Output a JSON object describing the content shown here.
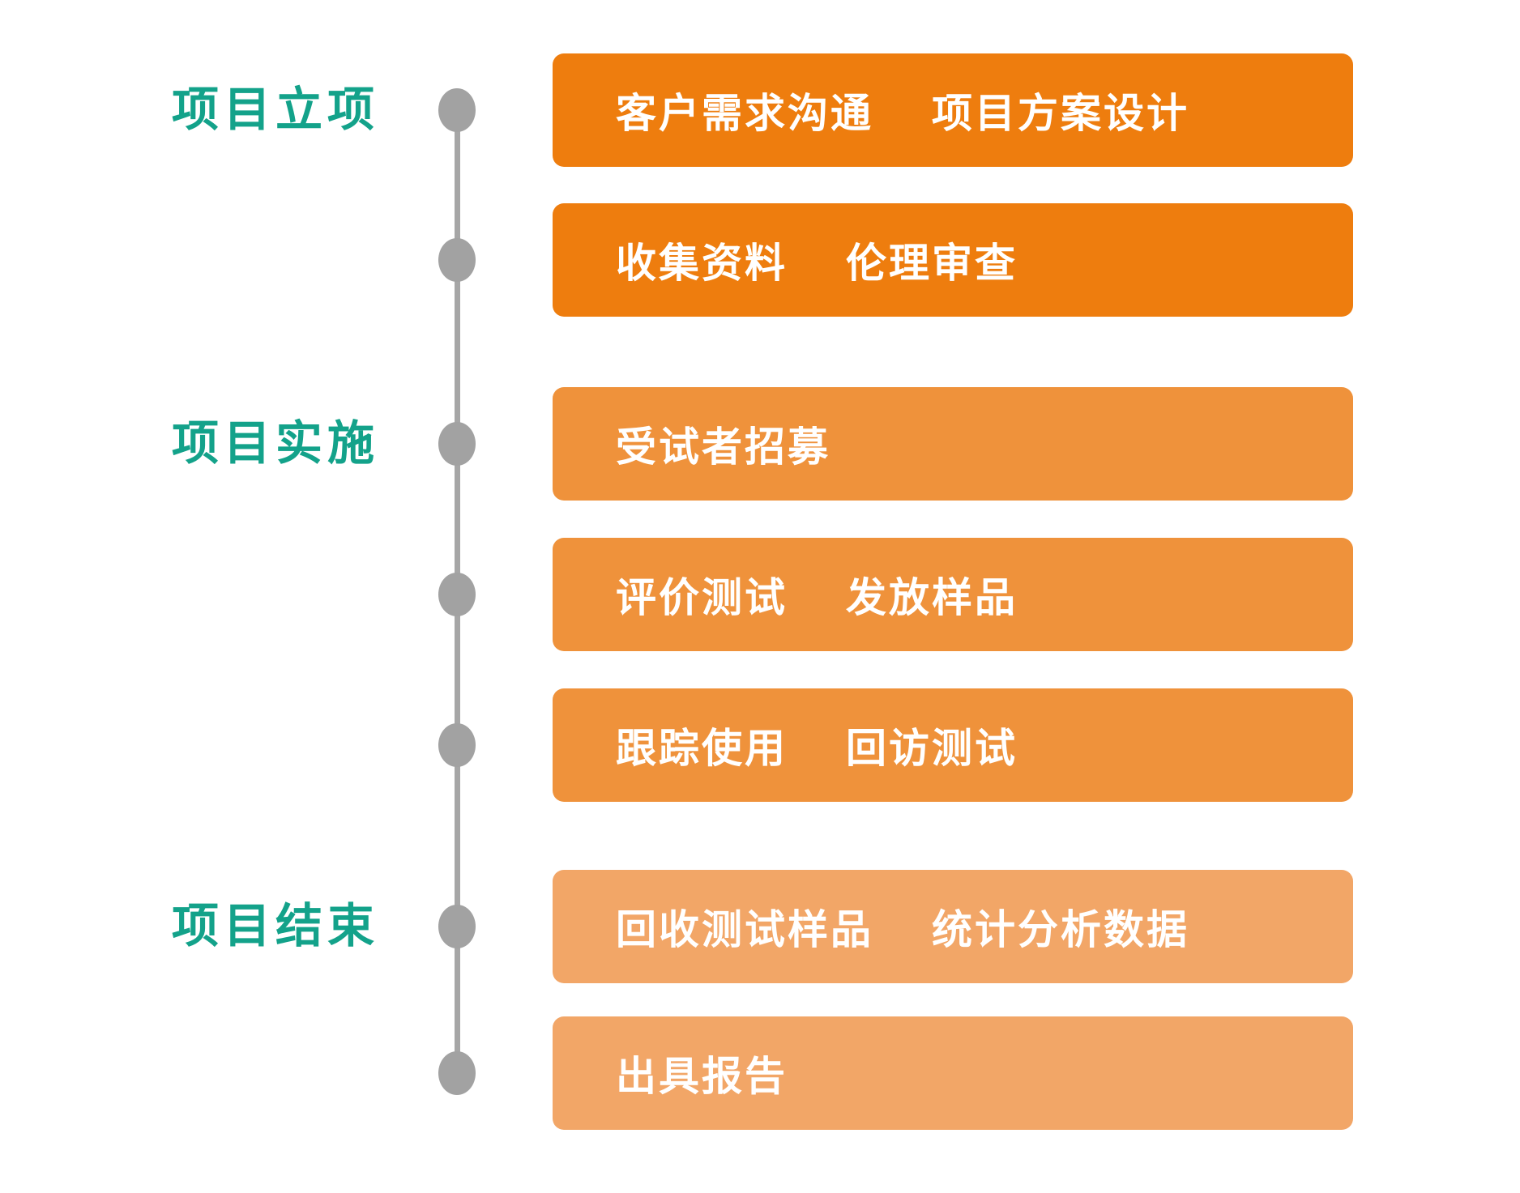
{
  "diagram": {
    "background": "#ffffff",
    "phase_label_color": "#13a28a",
    "timeline": {
      "line_color": "#a6a6a6",
      "dot_color": "#a2a2a2"
    },
    "phases": [
      {
        "label": "项目立项"
      },
      {
        "label": "项目实施"
      },
      {
        "label": "项目结束"
      }
    ],
    "step_text_color": "#ffffff",
    "steps": [
      {
        "phase": "项目立项",
        "color": "#ee7d0e",
        "segments": [
          "客户需求沟通",
          "项目方案设计"
        ]
      },
      {
        "phase": "项目立项",
        "color": "#ee7d0e",
        "segments": [
          "收集资料",
          "伦理审查"
        ]
      },
      {
        "phase": "项目实施",
        "color": "#ef923b",
        "segments": [
          "受试者招募"
        ]
      },
      {
        "phase": "项目实施",
        "color": "#ef923b",
        "segments": [
          "评价测试",
          "发放样品"
        ]
      },
      {
        "phase": "项目实施",
        "color": "#ef923b",
        "segments": [
          "跟踪使用",
          "回访测试"
        ]
      },
      {
        "phase": "项目结束",
        "color": "#f2a667",
        "segments": [
          "回收测试样品",
          "统计分析数据"
        ]
      },
      {
        "phase": "项目结束",
        "color": "#f2a667",
        "segments": [
          "出具报告"
        ]
      }
    ]
  }
}
